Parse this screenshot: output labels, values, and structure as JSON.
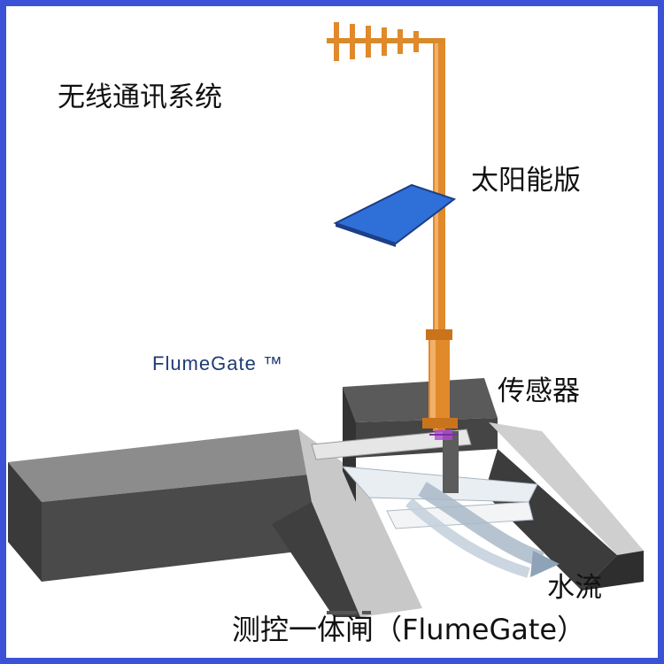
{
  "labels": {
    "wireless": "无线通讯系统",
    "solar_panel": "太阳能版",
    "brand": "FlumeGate ™",
    "sensor": "传感器",
    "water_flow": "水流",
    "caption": "测控一体闸（FlumeGate）"
  },
  "colors": {
    "frame_border": "#3b52d6",
    "pole": "#e08a2c",
    "solar_panel": "#2f6fd8",
    "concrete_dark": "#4a4a4a",
    "concrete_light": "#b8b8b8"
  }
}
